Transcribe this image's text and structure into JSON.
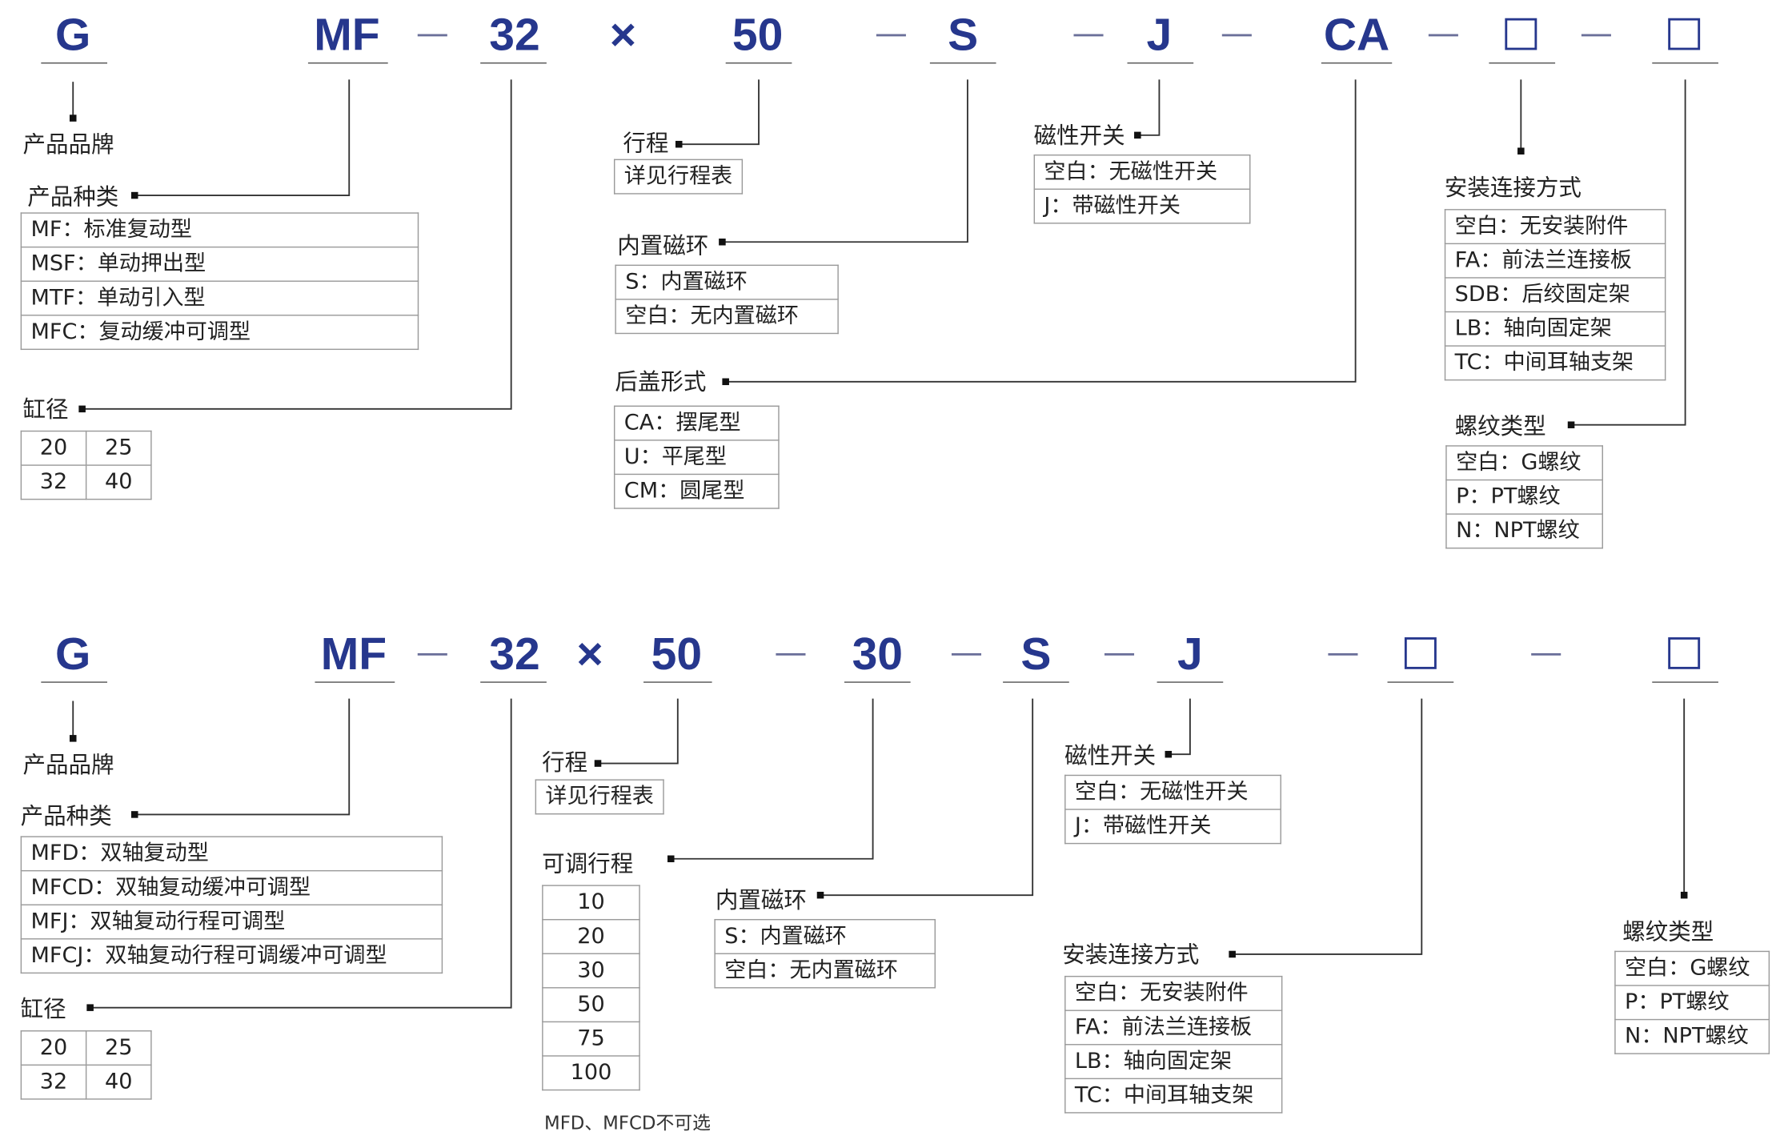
{
  "diagram1": {
    "codes": [
      "G",
      "MF",
      "32",
      "×",
      "50",
      "S",
      "J",
      "CA"
    ],
    "brand_label": "产品品牌",
    "type_label": "产品种类",
    "types": [
      "MF：标准复动型",
      "MSF：单动押出型",
      "MTF：单动引入型",
      "MFC：复动缓冲可调型"
    ],
    "bore_label": "缸径",
    "bores": [
      [
        "20",
        "25"
      ],
      [
        "32",
        "40"
      ]
    ],
    "stroke_label": "行程",
    "stroke_ref": "详见行程表",
    "magnet_label": "内置磁环",
    "magnet_opts": [
      "S：内置磁环",
      "空白：无内置磁环"
    ],
    "cover_label": "后盖形式",
    "cover_opts": [
      "CA：摆尾型",
      "U：平尾型",
      "CM：圆尾型"
    ],
    "switch_label": "磁性开关",
    "switch_opts": [
      "空白：无磁性开关",
      "J：带磁性开关"
    ],
    "mount_label": "安装连接方式",
    "mount_opts": [
      "空白：无安装附件",
      "FA：前法兰连接板",
      "SDB：后绞固定架",
      "LB：轴向固定架",
      "TC：中间耳轴支架"
    ],
    "thread_label": "螺纹类型",
    "thread_opts": [
      "空白：G螺纹",
      "P：PT螺纹",
      "N：NPT螺纹"
    ]
  },
  "diagram2": {
    "codes": [
      "G",
      "MF",
      "32",
      "×",
      "50",
      "30",
      "S",
      "J"
    ],
    "brand_label": "产品品牌",
    "type_label": "产品种类",
    "types": [
      "MFD：双轴复动型",
      "MFCD：双轴复动缓冲可调型",
      "MFJ：双轴复动行程可调型",
      "MFCJ：双轴复动行程可调缓冲可调型"
    ],
    "bore_label": "缸径",
    "bores": [
      [
        "20",
        "25"
      ],
      [
        "32",
        "40"
      ]
    ],
    "stroke_label": "行程",
    "stroke_ref": "详见行程表",
    "adj_label": "可调行程",
    "adj_opts": [
      "10",
      "20",
      "30",
      "50",
      "75",
      "100"
    ],
    "adj_note": "MFD、MFCD不可选",
    "magnet_label": "内置磁环",
    "magnet_opts": [
      "S：内置磁环",
      "空白：无内置磁环"
    ],
    "switch_label": "磁性开关",
    "switch_opts": [
      "空白：无磁性开关",
      "J：带磁性开关"
    ],
    "mount_label": "安装连接方式",
    "mount_opts": [
      "空白：无安装附件",
      "FA：前法兰连接板",
      "LB：轴向固定架",
      "TC：中间耳轴支架"
    ],
    "thread_label": "螺纹类型",
    "thread_opts": [
      "空白：G螺纹",
      "P：PT螺纹",
      "N：NPT螺纹"
    ]
  }
}
